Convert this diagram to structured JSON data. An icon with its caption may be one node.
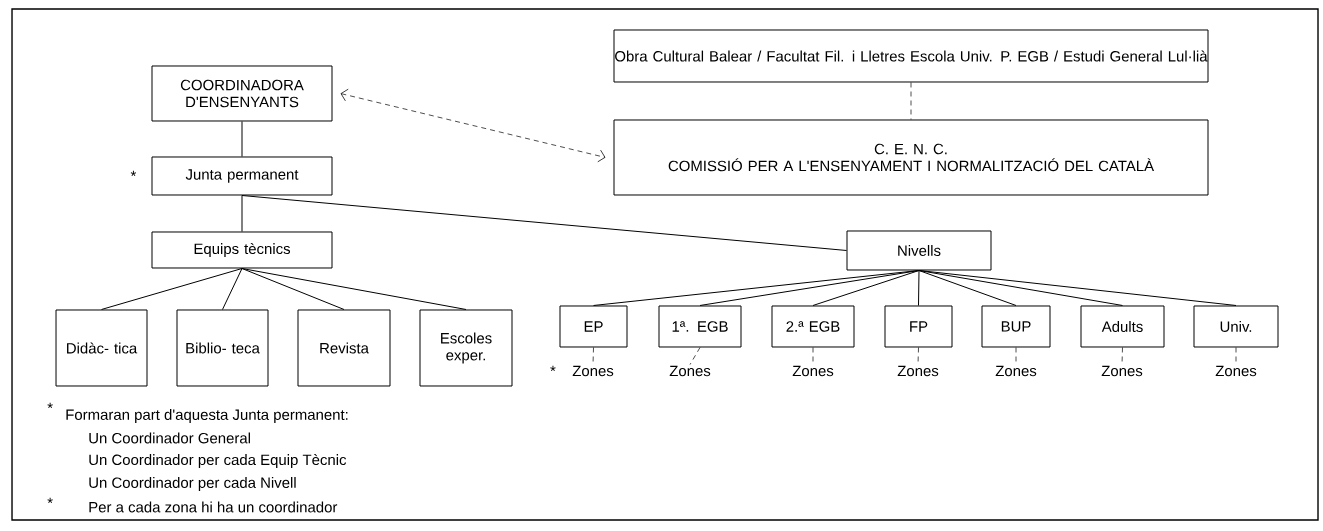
{
  "diagram": {
    "nodes": [
      {
        "text": [
          "COORDINADORA D'ENSENYANTS"
        ]
      },
      {
        "text": [
          "Obra Cultural Balear / Facultat Fil. i Lletres Escola Univ. P. EGB / Estudi General Lul·lià"
        ]
      },
      {
        "text": [
          "C. E. N. C.",
          "COMISSIÓ PER A L'ENSENYAMENT I NORMALITZACIÓ DEL CATALÀ"
        ]
      },
      {
        "text": [
          "Junta permanent"
        ],
        "beside": [
          "*"
        ]
      },
      {
        "text": [
          "Equips tècnics"
        ]
      },
      {
        "text": [
          "Nivells"
        ]
      },
      {
        "text": [
          "Didàc- tica"
        ]
      },
      {
        "text": [
          "Biblio- teca"
        ]
      },
      {
        "text": [
          "Revista"
        ]
      },
      {
        "text": [
          "Escoles exper."
        ]
      },
      {
        "text": [
          "EP"
        ]
      },
      {
        "text": [
          "1ª. EGB"
        ]
      },
      {
        "text": [
          "2.ª EGB"
        ]
      },
      {
        "text": [
          "FP"
        ]
      },
      {
        "text": [
          "BUP"
        ]
      },
      {
        "text": [
          "Adults"
        ]
      },
      {
        "text": [
          "Univ."
        ]
      },
      {
        "text": [
          "Zones"
        ],
        "beside": [
          "*"
        ]
      },
      {
        "text": [
          "Zones"
        ]
      },
      {
        "text": [
          "Zones"
        ]
      },
      {
        "text": [
          "Zones"
        ]
      },
      {
        "text": [
          "Zones"
        ]
      },
      {
        "text": [
          "Zones"
        ]
      },
      {
        "text": [
          "Zones"
        ]
      }
    ],
    "edges": [
      {
        "from": 0,
        "to": 3,
        "arrow": "none"
      },
      {
        "from": 1,
        "to": 2,
        "arrow": "none",
        "style": "dashed"
      },
      {
        "from": 0,
        "to": 2,
        "arrow": "both",
        "style": "dashed"
      },
      {
        "from": 3,
        "to": 4,
        "arrow": "none"
      },
      {
        "from": 3,
        "to": 5,
        "arrow": "none"
      },
      {
        "from": 4,
        "to": 6,
        "arrow": "none"
      },
      {
        "from": 4,
        "to": 7,
        "arrow": "none"
      },
      {
        "from": 4,
        "to": 8,
        "arrow": "none"
      },
      {
        "from": 4,
        "to": 9,
        "arrow": "none"
      },
      {
        "from": 5,
        "to": 10,
        "arrow": "none"
      },
      {
        "from": 5,
        "to": 11,
        "arrow": "none"
      },
      {
        "from": 5,
        "to": 12,
        "arrow": "none"
      },
      {
        "from": 5,
        "to": 13,
        "arrow": "none"
      },
      {
        "from": 5,
        "to": 14,
        "arrow": "none"
      },
      {
        "from": 5,
        "to": 15,
        "arrow": "none"
      },
      {
        "from": 5,
        "to": 16,
        "arrow": "none"
      },
      {
        "from": 10,
        "to": 17,
        "arrow": "none",
        "style": "dashed"
      },
      {
        "from": 11,
        "to": 18,
        "arrow": "none",
        "style": "dashed"
      },
      {
        "from": 12,
        "to": 19,
        "arrow": "none",
        "style": "dashed"
      },
      {
        "from": 13,
        "to": 20,
        "arrow": "none",
        "style": "dashed"
      },
      {
        "from": 14,
        "to": 21,
        "arrow": "none",
        "style": "dashed"
      },
      {
        "from": 15,
        "to": 22,
        "arrow": "none",
        "style": "dashed"
      },
      {
        "from": 16,
        "to": 23,
        "arrow": "none",
        "style": "dashed"
      }
    ],
    "labels": [
      "*",
      "Formaran part d'aquesta Junta permanent:",
      "Un Coordinador General",
      "Un Coordinador per cada Equip Tècnic",
      "Un Coordinador per cada Nivell",
      "*",
      "Per a cada zona hi ha un coordinador"
    ]
  }
}
